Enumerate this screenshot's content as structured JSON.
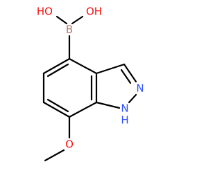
{
  "molecule": {
    "atoms": {
      "oh_left": {
        "label": "HO",
        "color": "#ff0d0d"
      },
      "oh_right": {
        "label": "OH",
        "color": "#ff0d0d"
      },
      "boron": {
        "label": "B",
        "color": "#b5736b"
      },
      "nitrogen_pyrazole": {
        "label": "N",
        "color": "#3050f8"
      },
      "nitrogen_h": {
        "label": "N",
        "color": "#3050f8"
      },
      "nh_hydrogen": {
        "label": "H",
        "color": "#3050f8"
      },
      "methoxy_oxygen": {
        "label": "O",
        "color": "#ff0d0d"
      }
    }
  }
}
